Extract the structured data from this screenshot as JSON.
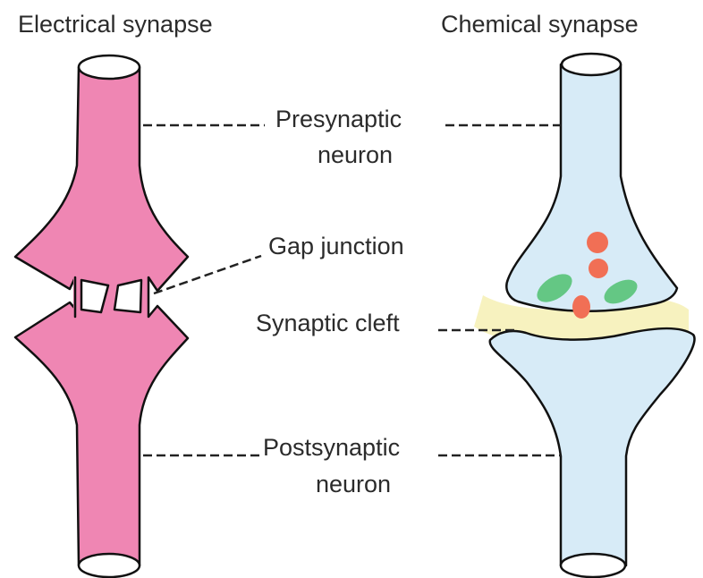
{
  "titles": {
    "electrical": "Electrical synapse",
    "chemical": "Chemical synapse"
  },
  "labels": {
    "presynaptic_line1": "Presynaptic",
    "presynaptic_line2": "neuron",
    "gap_junction": "Gap junction",
    "synaptic_cleft": "Synaptic cleft",
    "postsynaptic_line1": "Postsynaptic",
    "postsynaptic_line2": "neuron"
  },
  "colors": {
    "electrical_fill": "#ef86b3",
    "chemical_fill": "#d7ebf7",
    "cleft_fill": "#f7f2bf",
    "vesicle_orange": "#f16f55",
    "vesicle_green": "#64c784",
    "outline": "#111111"
  }
}
